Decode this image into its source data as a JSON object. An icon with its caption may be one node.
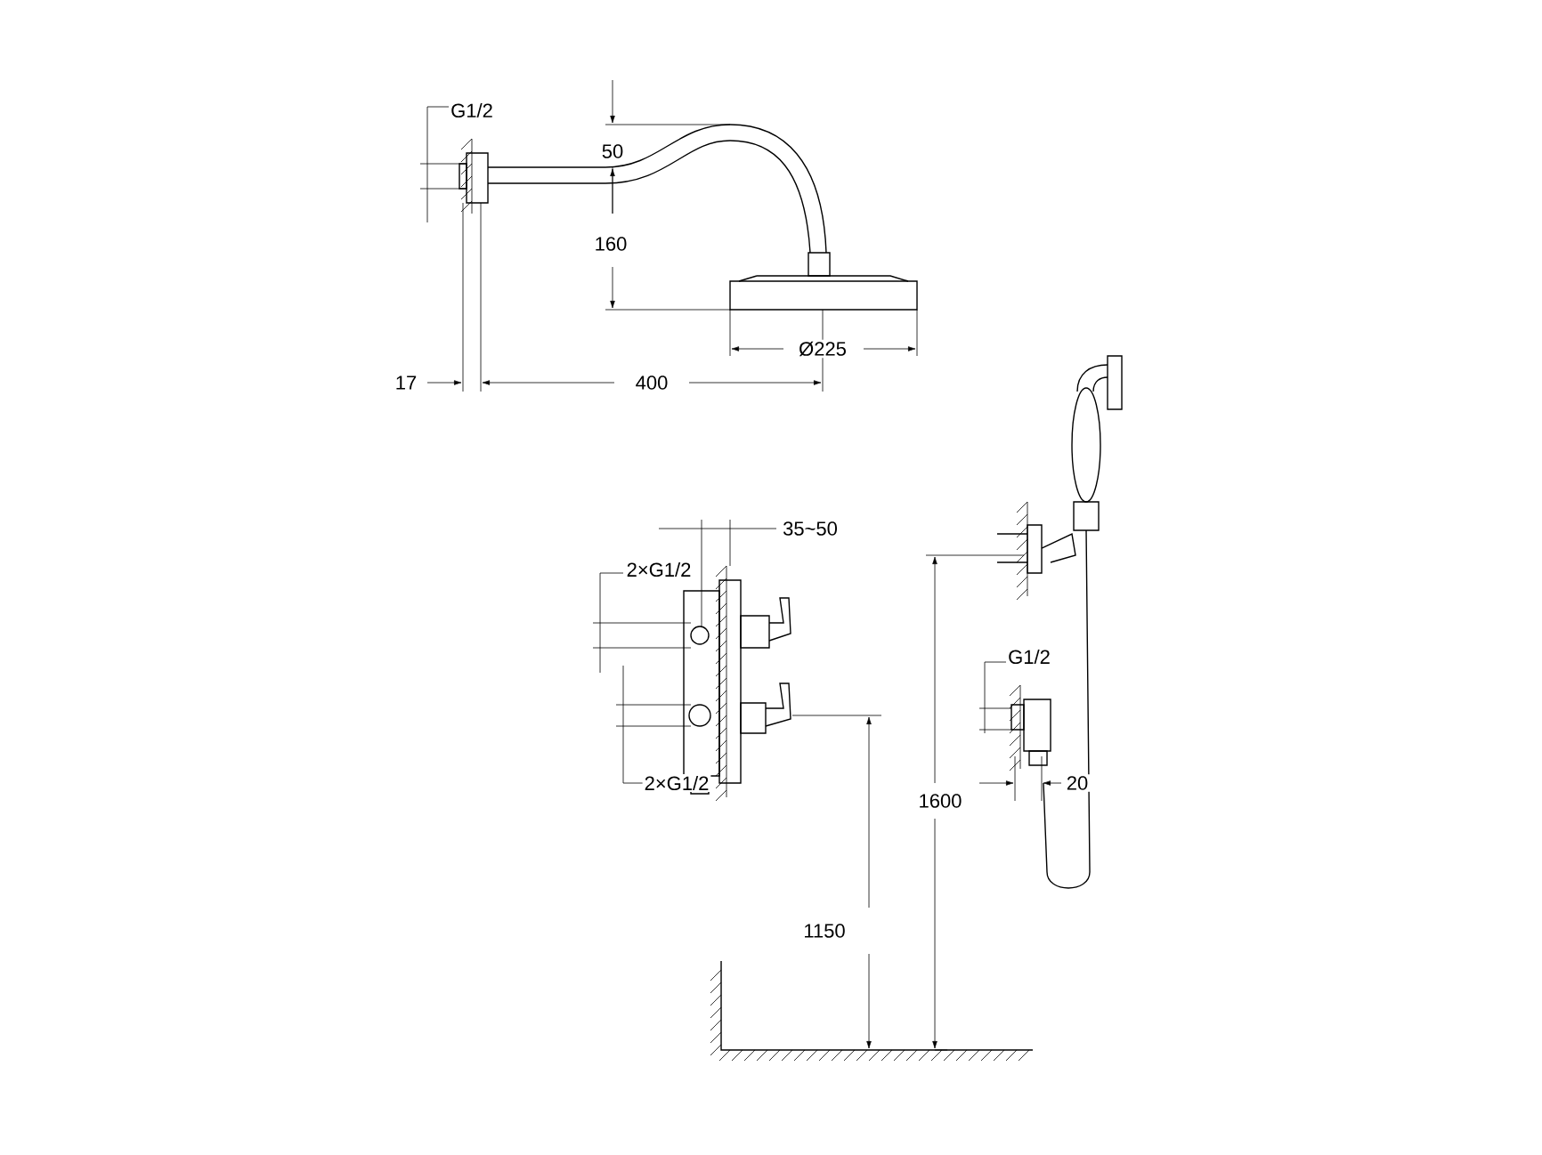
{
  "diagram": {
    "labels": [
      "G1/2",
      "50",
      "160",
      "Ø225",
      "17",
      "400",
      "35~50",
      "2×G1/2",
      "G1/2",
      "2×G1/2",
      "20",
      "1600",
      "1150"
    ]
  }
}
